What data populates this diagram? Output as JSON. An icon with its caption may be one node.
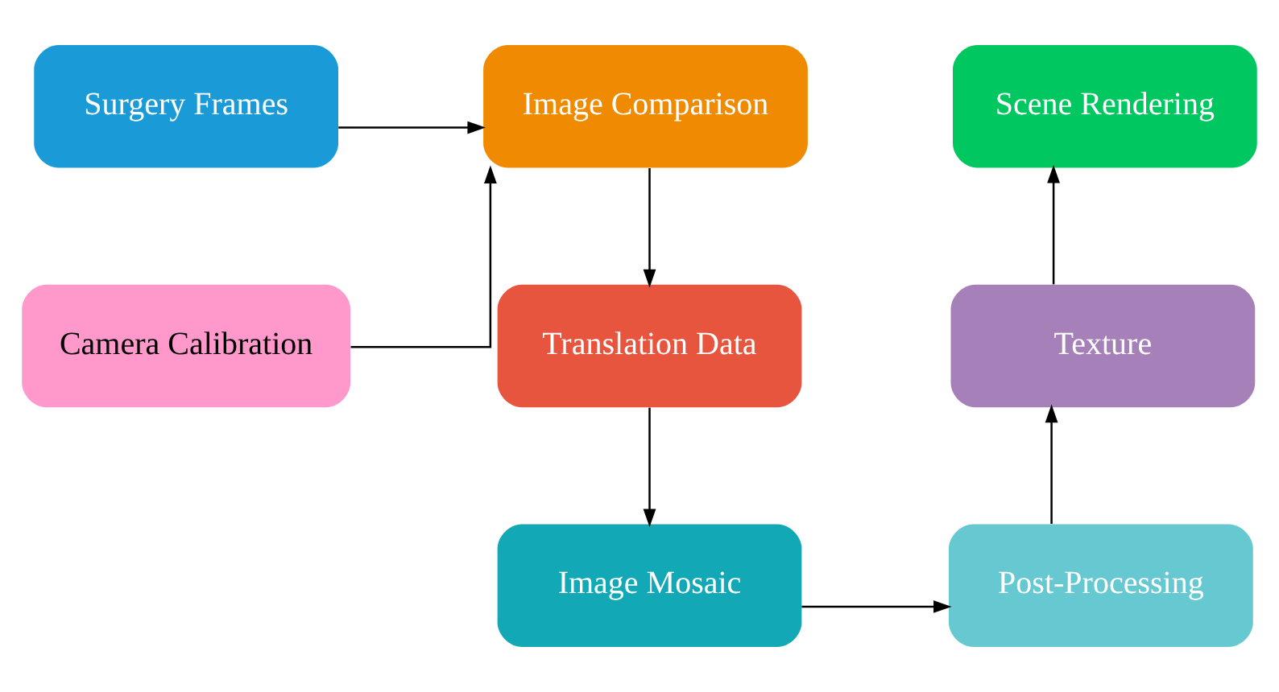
{
  "diagram": {
    "nodes": [
      {
        "text": [
          "Surgery Frames"
        ]
      },
      {
        "text": [
          "Camera Calibration"
        ]
      },
      {
        "text": [
          "Image Comparison"
        ]
      },
      {
        "text": [
          "Translation Data"
        ]
      },
      {
        "text": [
          "Image Mosaic"
        ]
      },
      {
        "text": [
          "Post-Processing"
        ]
      },
      {
        "text": [
          "Texture"
        ]
      },
      {
        "text": [
          "Scene Rendering"
        ]
      }
    ],
    "edges": [
      {
        "from": 0,
        "to": 2,
        "arrow": "to"
      },
      {
        "from": 1,
        "to": 2,
        "arrow": "to"
      },
      {
        "from": 2,
        "to": 3,
        "arrow": "to"
      },
      {
        "from": 3,
        "to": 4,
        "arrow": "to"
      },
      {
        "from": 4,
        "to": 5,
        "arrow": "to"
      },
      {
        "from": 5,
        "to": 6,
        "arrow": "to"
      },
      {
        "from": 6,
        "to": 7,
        "arrow": "to"
      }
    ]
  }
}
